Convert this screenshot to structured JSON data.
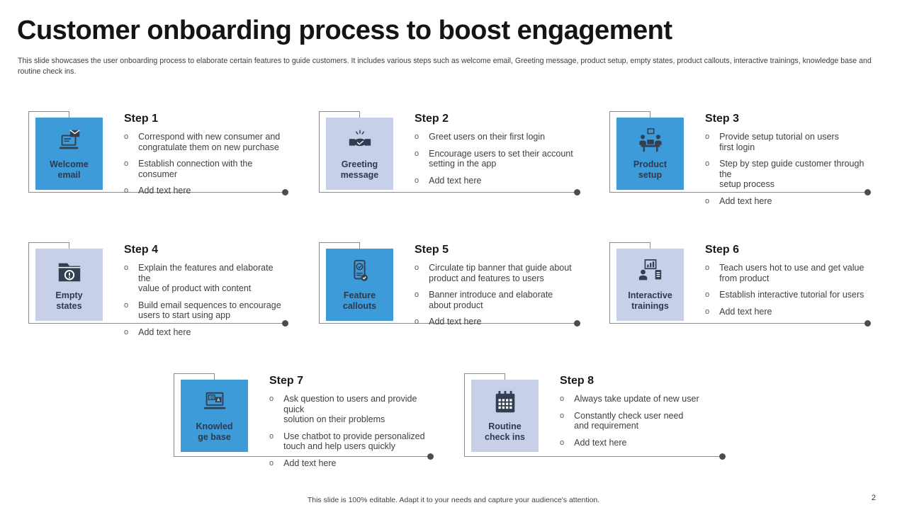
{
  "title": "Customer onboarding process to boost engagement",
  "subtitle": "This slide showcases the user onboarding process to elaborate certain features to guide customers. It  includes various steps such as welcome email, Greeting message, product setup, empty states, product callouts, interactive trainings, knowledge base and routine check ins.",
  "bullet_marker": "o",
  "colors": {
    "accent_blue": "#3e9bd9",
    "accent_lavender": "#c8d0e9",
    "icon_dark": "#333f50",
    "frame_line_gray": "#8a8a8a",
    "dot_gray": "#4d4d4d"
  },
  "steps": [
    {
      "title": "Step 1",
      "box_label": "Welcome\nemail",
      "box_color": "#3e9bd9",
      "icon": "laptop-email-icon",
      "bullets": [
        "Correspond with new consumer and\ncongratulate them on new purchase",
        "Establish connection with the consumer",
        "Add text here"
      ]
    },
    {
      "title": "Step 2",
      "box_label": "Greeting\nmessage",
      "box_color": "#c8d0e9",
      "icon": "handshake-icon",
      "bullets": [
        "Greet users on their first login",
        "Encourage users to set their account\nsetting in the app",
        "Add text here"
      ]
    },
    {
      "title": "Step 3",
      "box_label": "Product\nsetup",
      "box_color": "#3e9bd9",
      "icon": "meeting-table-icon",
      "bullets": [
        "Provide setup tutorial on users\nfirst login",
        "Step by step guide customer through the\nsetup process",
        "Add text here"
      ]
    },
    {
      "title": "Step 4",
      "box_label": "Empty\nstates",
      "box_color": "#c8d0e9",
      "icon": "folder-alert-icon",
      "bullets": [
        "Explain the features and elaborate the\nvalue of product with content",
        "Build email sequences to encourage\nusers to start using app",
        "Add text here"
      ]
    },
    {
      "title": "Step 5",
      "box_label": "Feature\ncallouts",
      "box_color": "#3e9bd9",
      "icon": "phone-check-icon",
      "bullets": [
        "Circulate tip banner that guide about\nproduct and features to users",
        "Banner introduce and elaborate\nabout product",
        "Add text here"
      ]
    },
    {
      "title": "Step 6",
      "box_label": "Interactive\ntrainings",
      "box_color": "#c8d0e9",
      "icon": "trainer-chart-icon",
      "bullets": [
        "Teach users hot to use and get value\nfrom product",
        "Establish interactive tutorial for users",
        "Add text here"
      ]
    },
    {
      "title": "Step 7",
      "box_label": "Knowled\nge base",
      "box_color": "#3e9bd9",
      "icon": "laptop-qa-icon",
      "bullets": [
        "Ask question to users and provide quick\nsolution on their problems",
        "Use chatbot to provide personalized\ntouch and help users quickly",
        "Add text here"
      ]
    },
    {
      "title": "Step 8",
      "box_label": "Routine\ncheck ins",
      "box_color": "#c8d0e9",
      "icon": "calendar-icon",
      "bullets": [
        "Always take update of new user",
        "Constantly check user need\nand requirement",
        "Add text here"
      ]
    }
  ],
  "footer": {
    "note": "This slide is 100% editable.  Adapt it to your needs and capture your audience's attention.",
    "page_number": "2"
  }
}
